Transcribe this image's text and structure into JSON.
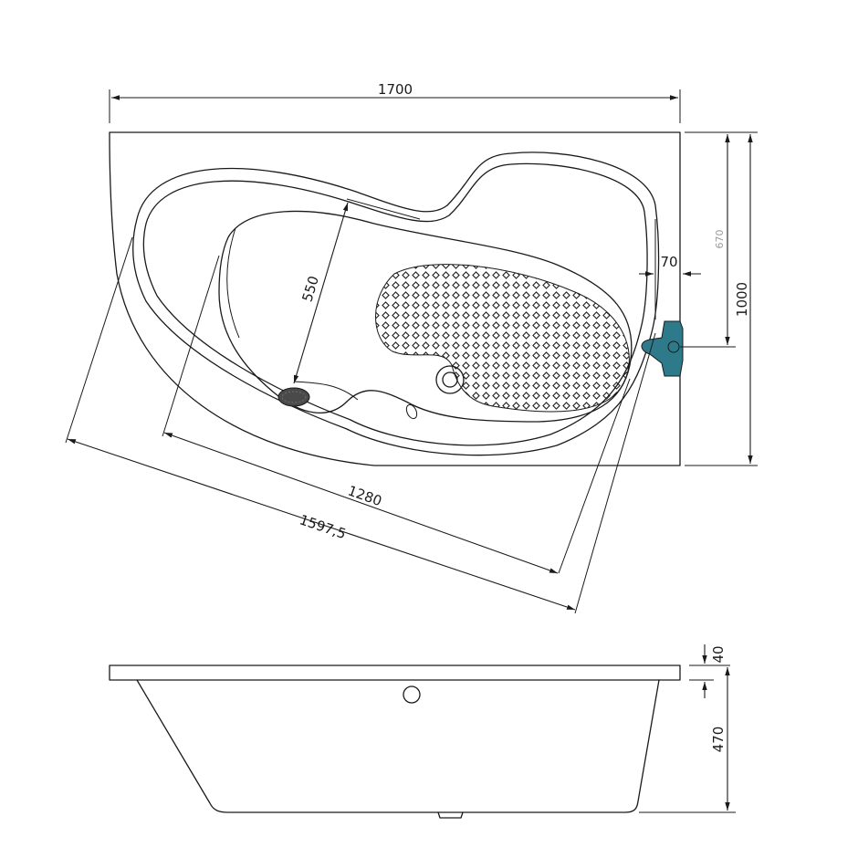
{
  "top_view": {
    "overall_width": "1700",
    "overall_depth": "1000",
    "faucet_offset": "670",
    "deck_width": "70",
    "inner_width": "550",
    "inner_length": "1280",
    "diagonal_length": "1597,5"
  },
  "side_view": {
    "rim_height": "40",
    "tub_height": "470"
  },
  "colors": {
    "line": "#1a1a1a",
    "faucet": "#2e7a8a",
    "drain": "#4a4a4a"
  },
  "icons": {
    "faucet": "mixer-tap-icon",
    "drain": "drain-icon",
    "overflow": "overflow-icon"
  }
}
